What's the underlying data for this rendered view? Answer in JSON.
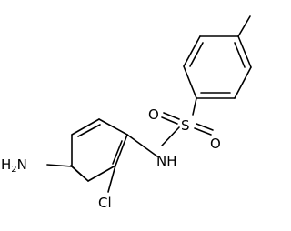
{
  "molecule": {
    "atoms": {
      "amine": {
        "main": "H",
        "sub": "2",
        "tail": "N"
      },
      "chloro": "Cl",
      "sulfonamide_nh": "NH",
      "sulfur": "S",
      "oxygen_upper": "O",
      "oxygen_lower": "O"
    }
  }
}
